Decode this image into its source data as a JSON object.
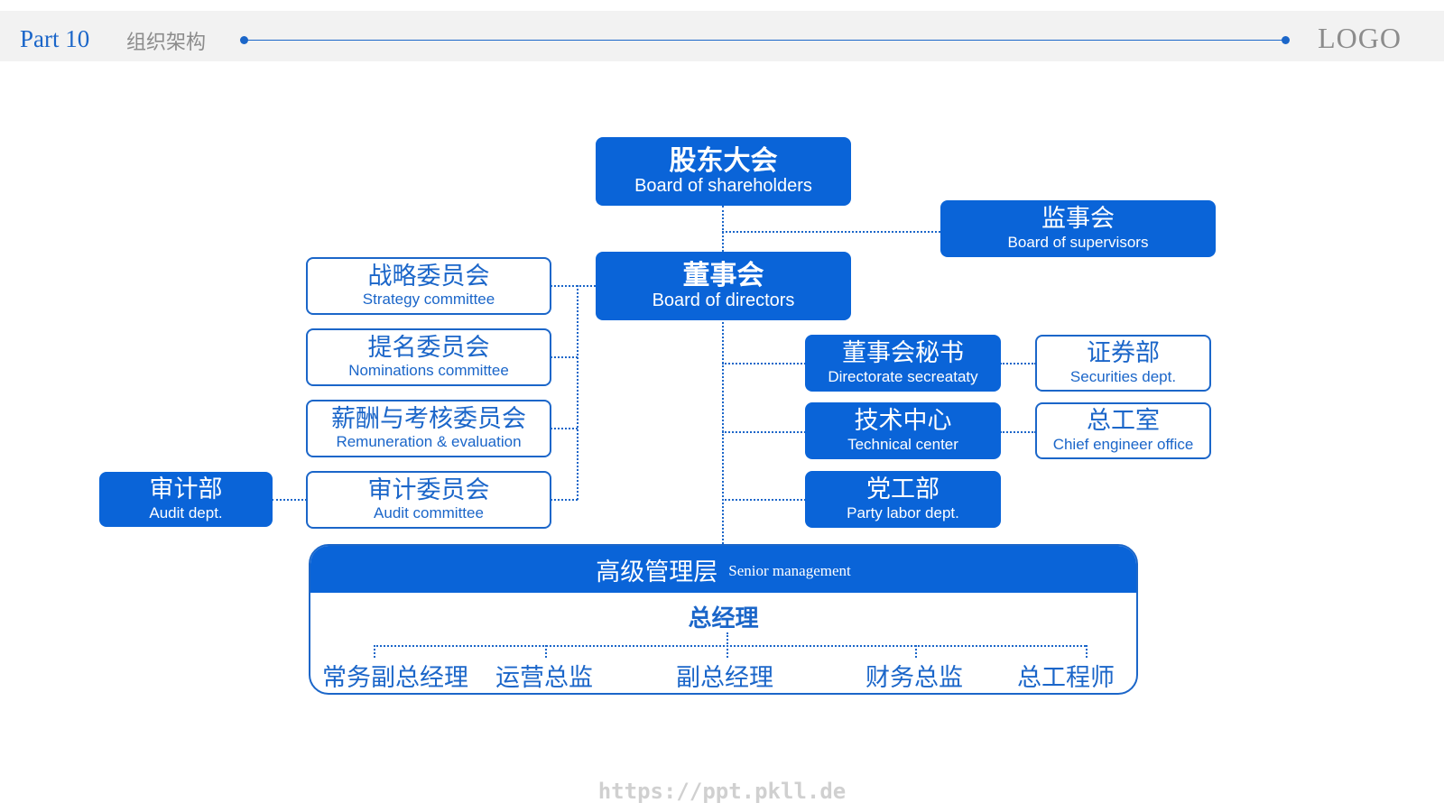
{
  "header": {
    "part": "Part 10",
    "title": "组织架构",
    "logo": "LOGO"
  },
  "nodes": {
    "shareholders": {
      "cn": "股东大会",
      "en": "Board of shareholders"
    },
    "supervisors": {
      "cn": "监事会",
      "en": "Board of supervisors"
    },
    "directors": {
      "cn": "董事会",
      "en": "Board of directors"
    },
    "strategy": {
      "cn": "战略委员会",
      "en": "Strategy committee"
    },
    "nominations": {
      "cn": "提名委员会",
      "en": "Nominations committee"
    },
    "remuneration": {
      "cn": "薪酬与考核委员会",
      "en": "Remuneration & evaluation"
    },
    "audit_committee": {
      "cn": "审计委员会",
      "en": "Audit committee"
    },
    "audit_dept": {
      "cn": "审计部",
      "en": "Audit dept."
    },
    "secretary": {
      "cn": "董事会秘书",
      "en": "Directorate secreataty"
    },
    "tech_center": {
      "cn": "技术中心",
      "en": "Technical center"
    },
    "party_labor": {
      "cn": "党工部",
      "en": "Party labor dept."
    },
    "securities": {
      "cn": "证券部",
      "en": "Securities dept."
    },
    "chief_engineer": {
      "cn": "总工室",
      "en": "Chief engineer office"
    }
  },
  "senior_management": {
    "cn": "高级管理层",
    "en": "Senior management",
    "head": "总经理",
    "roles": [
      "常务副总经理",
      "运营总监",
      "副总经理",
      "财务总监",
      "总工程师"
    ]
  },
  "watermark": "https://ppt.pkll.de",
  "colors": {
    "primary": "#0a64d8",
    "accent": "#1b66c9",
    "header_bg": "#f2f2f2"
  }
}
